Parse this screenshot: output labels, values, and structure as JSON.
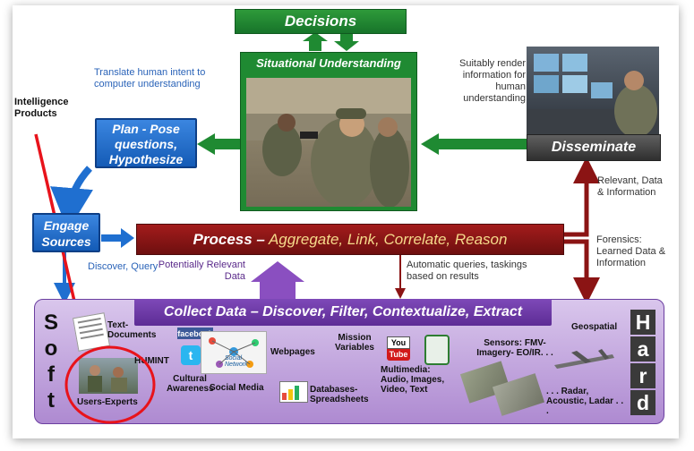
{
  "decisions": "Decisions",
  "situational": "Situational Understanding",
  "translate_note": "Translate human intent to computer understanding",
  "render_note": "Suitably render information for human understanding",
  "intelligence_products": "Intelligence Products",
  "plan": "Plan -  Pose questions, Hypothesize",
  "disseminate": "Disseminate",
  "relevant_note": "Relevant, Data & Information",
  "engage": "Engage Sources",
  "process": {
    "bold": "Process –",
    "rest": " Aggregate, Link, Correlate, Reason"
  },
  "forensics_note": "Forensics: Learned Data & Information",
  "discover_query": "Discover, Query",
  "potentially_relevant": "Potentially Relevant Data",
  "automatic_queries": "Automatic queries, taskings based on results",
  "collect": {
    "bold": "Collect Data –",
    "rest": " Discover, Filter, Contextualize, Extract"
  },
  "soft_letters": [
    "S",
    "o",
    "f",
    "t"
  ],
  "hard_letters": [
    "H",
    "a",
    "r",
    "d"
  ],
  "items": {
    "text_documents": "Text- Documents",
    "humint": "HUMINT",
    "users_experts": "Users-Experts",
    "facebook": "facebook",
    "cultural_awareness": "Cultural Awareness",
    "social_media": "Social Media",
    "social_network": "Social Network",
    "webpages": "Webpages",
    "mission_variables": "Mission Variables",
    "youtube_you": "You",
    "youtube_tube": "Tube",
    "multimedia": "Multimedia: Audio, Images, Video, Text",
    "databases": "Databases- Spreadsheets",
    "sensors": "Sensors: FMV-Imagery- EO/IR. . .",
    "geospatial": "Geospatial",
    "radar": ". . . Radar, Acoustic, Ladar . . ."
  },
  "colors": {
    "green": "#1f8a32",
    "blue": "#1f6fd0",
    "process": "#8b1414",
    "collect": "#7a3fb0",
    "arrow_red": "#e8131b",
    "note_blue": "#2a63b8",
    "note_dark": "#333333"
  }
}
